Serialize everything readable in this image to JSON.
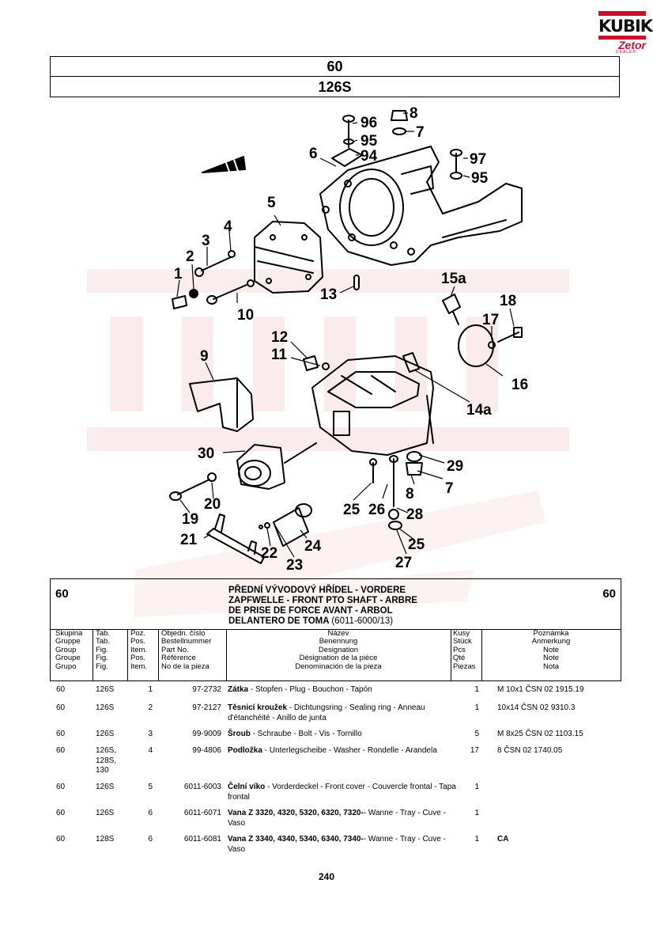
{
  "logo": {
    "word": "KUBIK",
    "zetor": "Zetor",
    "dealer": "DEALER"
  },
  "header": {
    "group": "60",
    "table": "126S"
  },
  "diagram": {
    "callouts": [
      "1",
      "2",
      "3",
      "4",
      "5",
      "6",
      "7",
      "8",
      "94",
      "95",
      "96",
      "97",
      "95",
      "10",
      "13",
      "15a",
      "18",
      "17",
      "16",
      "12",
      "11",
      "9",
      "14a",
      "30",
      "29",
      "7",
      "8",
      "20",
      "19",
      "25",
      "26",
      "28",
      "25",
      "21",
      "22",
      "23",
      "24",
      "27"
    ]
  },
  "info": {
    "group_left": "60",
    "group_right": "60",
    "title_lines": [
      "PŘEDNÍ VÝVODOVÝ HŘÍDEL - VORDERE",
      "ZAPFWELLE - FRONT PTO SHAFT - ARBRE",
      "DE PRISE DE FORCE AVANT - ARBOL"
    ],
    "title_last": "DELANTERO DE TOMA",
    "title_code": "(6011-6000/13)",
    "columns": {
      "group": [
        "Skupina",
        "Gruppe",
        "Group",
        "Groupe",
        "Grupo"
      ],
      "table": [
        "Tab.",
        "Tab.",
        "Fig.",
        "Fig.",
        "Fig."
      ],
      "pos": [
        "Poz.",
        "Pos.",
        "Item.",
        "Pos.",
        "Item."
      ],
      "part": [
        "Objedn. číslo",
        "Bestellnummer",
        "Part No.",
        "Référence",
        "No de la pieza"
      ],
      "name": [
        "Název",
        "Benennung",
        "Designation",
        "Désignation de la pièce",
        "Denominación de la pieza"
      ],
      "qty": [
        "Kusy",
        "Stück",
        "Pcs",
        "Qté",
        "Piezas"
      ],
      "note": [
        "Poznámka",
        "Anmerkung",
        "Note",
        "Note",
        "Nota"
      ]
    }
  },
  "rows": [
    {
      "group": "60",
      "table": "126S",
      "pos": "1",
      "part": "97-2732",
      "name_bold": "Zátka",
      "name": " - Stopfen - Plug - Bouchon - Tapón",
      "qty": "1",
      "note": "M 10x1 ČSN 02 1915.19"
    },
    {
      "group": "60",
      "table": "126S",
      "pos": "2",
      "part": "97-2127",
      "name_bold": "Těsnicí kroužek",
      "name": " - Dichtungsring - Sealing ring - Anneau d'étanchéité - Anillo de junta",
      "qty": "1",
      "note": "10x14 ČSN 02 9310.3"
    },
    {
      "group": "60",
      "table": "126S",
      "pos": "3",
      "part": "99-9009",
      "name_bold": "Šroub",
      "name": " - Schraube - Bolt - Vis - Tornillo",
      "qty": "5",
      "note": "M 8x25 ČSN 02 1103.15"
    },
    {
      "group": "60",
      "table": "126S, 128S, 130",
      "pos": "4",
      "part": "99-4806",
      "name_bold": "Podložka",
      "name": " - Unterlegscheibe - Washer - Rondelle - Arandela",
      "qty": "17",
      "note": "8 ČSN 02 1740.05"
    },
    {
      "group": "60",
      "table": "126S",
      "pos": "5",
      "part": "6011-6003",
      "name_bold": "Čelní víko",
      "name": " - Vorderdeckel - Front cover - Couvercle frontal - Tapa frontal",
      "qty": "1",
      "note": ""
    },
    {
      "group": "60",
      "table": "126S",
      "pos": "6",
      "part": "6011-6071",
      "name_bold": "Vana Z 3320, 4320, 5320, 6320, 7320-",
      "name": "- Wanne - Tray - Cuve - Vaso",
      "qty": "1",
      "note": ""
    },
    {
      "group": "60",
      "table": "128S",
      "pos": "6",
      "part": "6011-6081",
      "name_bold": "Vana Z 3340, 4340, 5340, 6340, 7340-",
      "name": "- Wanne - Tray - Cuve - Vaso",
      "qty": "1",
      "note": "CA"
    }
  ],
  "page_number": "240"
}
